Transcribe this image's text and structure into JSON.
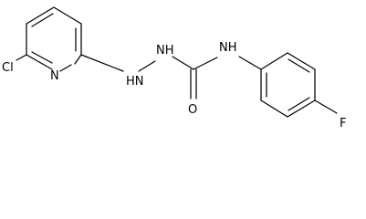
{
  "diagram": {
    "type": "chemical-structure",
    "atoms": {
      "cl": "Cl",
      "n_pyridine": "N",
      "hn_hydrazine": "HN",
      "nh_hydrazine": "NH",
      "nh_amide": "NH",
      "o_carbonyl": "O",
      "f": "F"
    }
  },
  "colors": {
    "bond": "#000000",
    "label": "#000000",
    "background": "#ffffff"
  }
}
